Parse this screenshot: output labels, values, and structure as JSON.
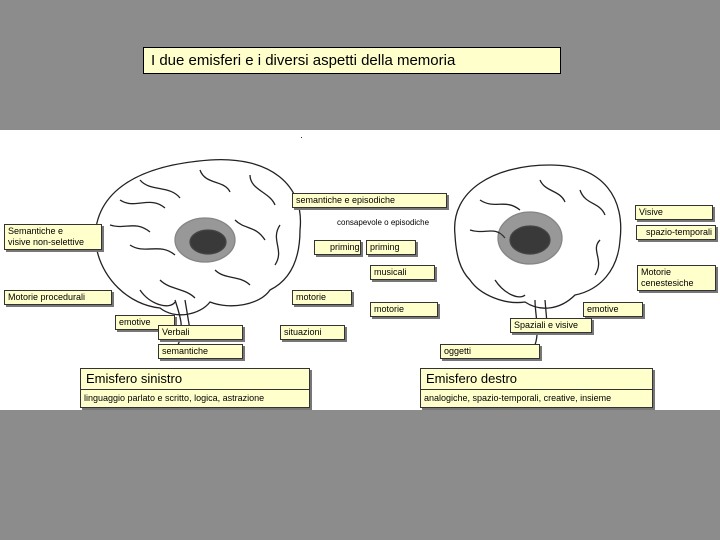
{
  "title": "I due emisferi e i diversi aspetti della memoria",
  "brain_captions": {
    "right_caption": "consapevole o episodiche"
  },
  "labels": {
    "semantiche_episodiche": "semantiche e episodiche",
    "semantiche_visive": "Semantiche e\nvisive non-selettive",
    "priming_left": "priming",
    "priming_right": "priming",
    "visive": "Visive",
    "spazio_temporali": "spazio-temporali",
    "musicali": "musicali",
    "motorie_cenestesiche": "Motorie\ncenestesiche",
    "motorie_procedurali": "Motorie procedurali",
    "motorie_left": "motorie",
    "motorie_center": "motorie",
    "emotive_right": "emotive",
    "emotive_left": "emotive",
    "verbali": "Verbali",
    "situazioni": "situazioni",
    "spaziali_visive": "Spaziali e visive",
    "semantiche": "semantiche",
    "oggetti": "oggetti",
    "emisfero_sinistro": "Emisfero sinistro",
    "emisfero_destro": "Emisfero destro",
    "linguaggio": "linguaggio parlato  e scritto, logica, astrazione",
    "analogiche": "analogiche, spazio-temporali, creative, insieme"
  }
}
